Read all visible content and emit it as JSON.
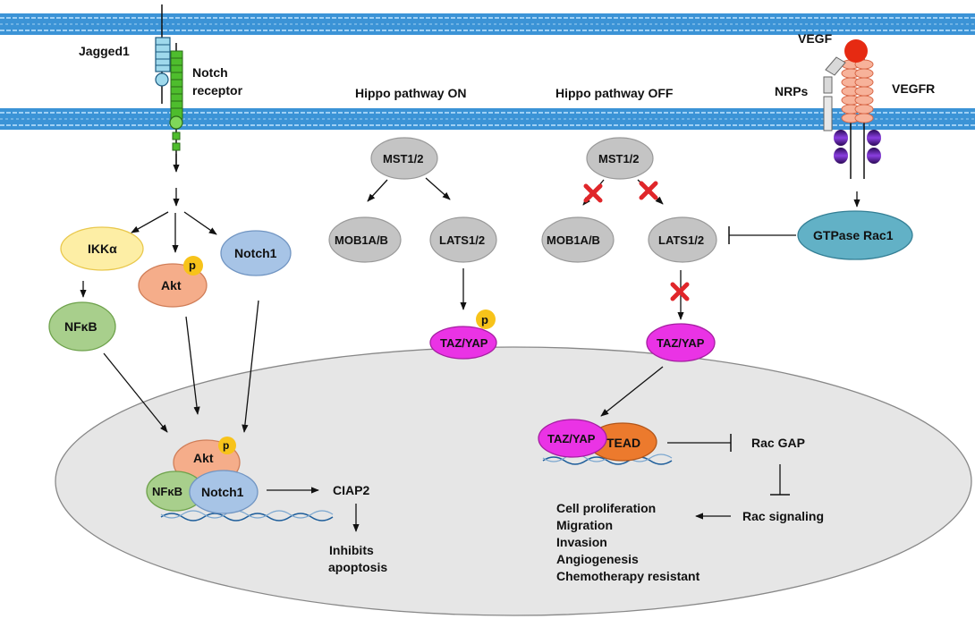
{
  "membrane": {
    "jagged1": "Jagged1",
    "notch_receptor_line1": "Notch",
    "notch_receptor_line2": "receptor",
    "vegf": "VEGF",
    "vegfr": "VEGFR",
    "nrps": "NRPs"
  },
  "notch_branch": {
    "ikka": "IKKα",
    "akt": "Akt",
    "notch1": "Notch1",
    "nfkb": "NFκB",
    "p": "p"
  },
  "hippo_on": {
    "title": "Hippo pathway ON",
    "mst": "MST1/2",
    "mob": "MOB1A/B",
    "lats": "LATS1/2",
    "tazyap": "TAZ/YAP",
    "p": "p"
  },
  "hippo_off": {
    "title": "Hippo pathway OFF",
    "mst": "MST1/2",
    "mob": "MOB1A/B",
    "lats": "LATS1/2",
    "tazyap": "TAZ/YAP"
  },
  "gtpase": "GTPase Rac1",
  "nucleus": {
    "akt": "Akt",
    "p": "p",
    "nfkb": "NFκB",
    "notch1": "Notch1",
    "ciap2": "CIAP2",
    "inhibits_line1": "Inhibits",
    "inhibits_line2": "apoptosis",
    "tazyap": "TAZ/YAP",
    "tead": "TEAD",
    "rac_gap": "Rac GAP",
    "rac_signaling": "Rac signaling",
    "outcomes": [
      "Cell proliferation",
      "Migration",
      "Invasion",
      "Angiogenesis",
      "Chemotherapy resistant"
    ]
  },
  "colors": {
    "membrane": "#3b93d6",
    "grey_node": "#c4c4c4",
    "ikk": "#fdeea5",
    "akt": "#f5ad8a",
    "notch1": "#a7c4e6",
    "nfkb": "#a8cf8c",
    "tazyap": "#ea33e5",
    "tead": "#ec7a2d",
    "gtpase": "#62b1c6",
    "phospho": "#f7c31a",
    "block": "#e0262a",
    "nucleus": "#e6e6e6"
  }
}
